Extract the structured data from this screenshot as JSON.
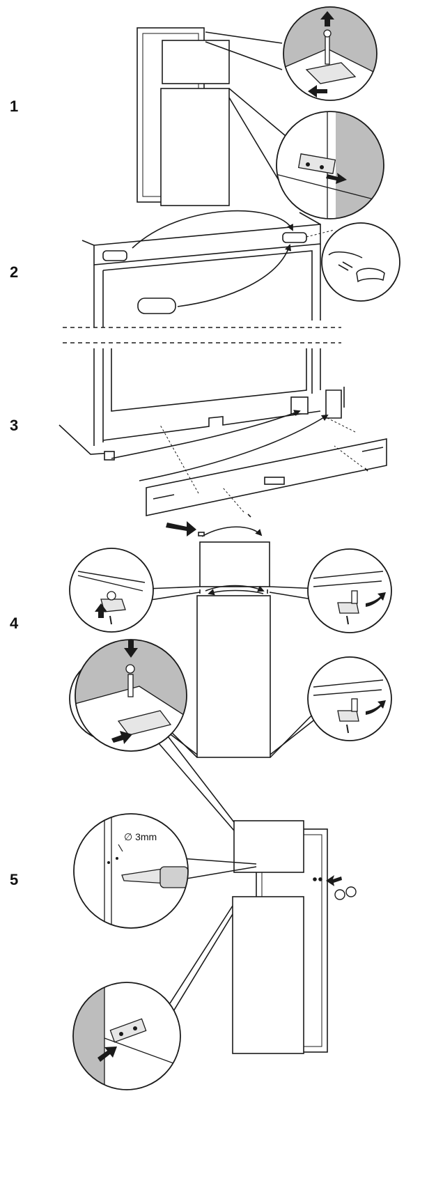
{
  "steps": [
    {
      "number": "1"
    },
    {
      "number": "2"
    },
    {
      "number": "3"
    },
    {
      "number": "4"
    },
    {
      "number": "5"
    }
  ],
  "annotations": {
    "drill_size": "∅ 3mm"
  },
  "colors": {
    "line": "#1a1a1a",
    "shade": "#bdbdbd",
    "light_fill": "#ffffff"
  }
}
